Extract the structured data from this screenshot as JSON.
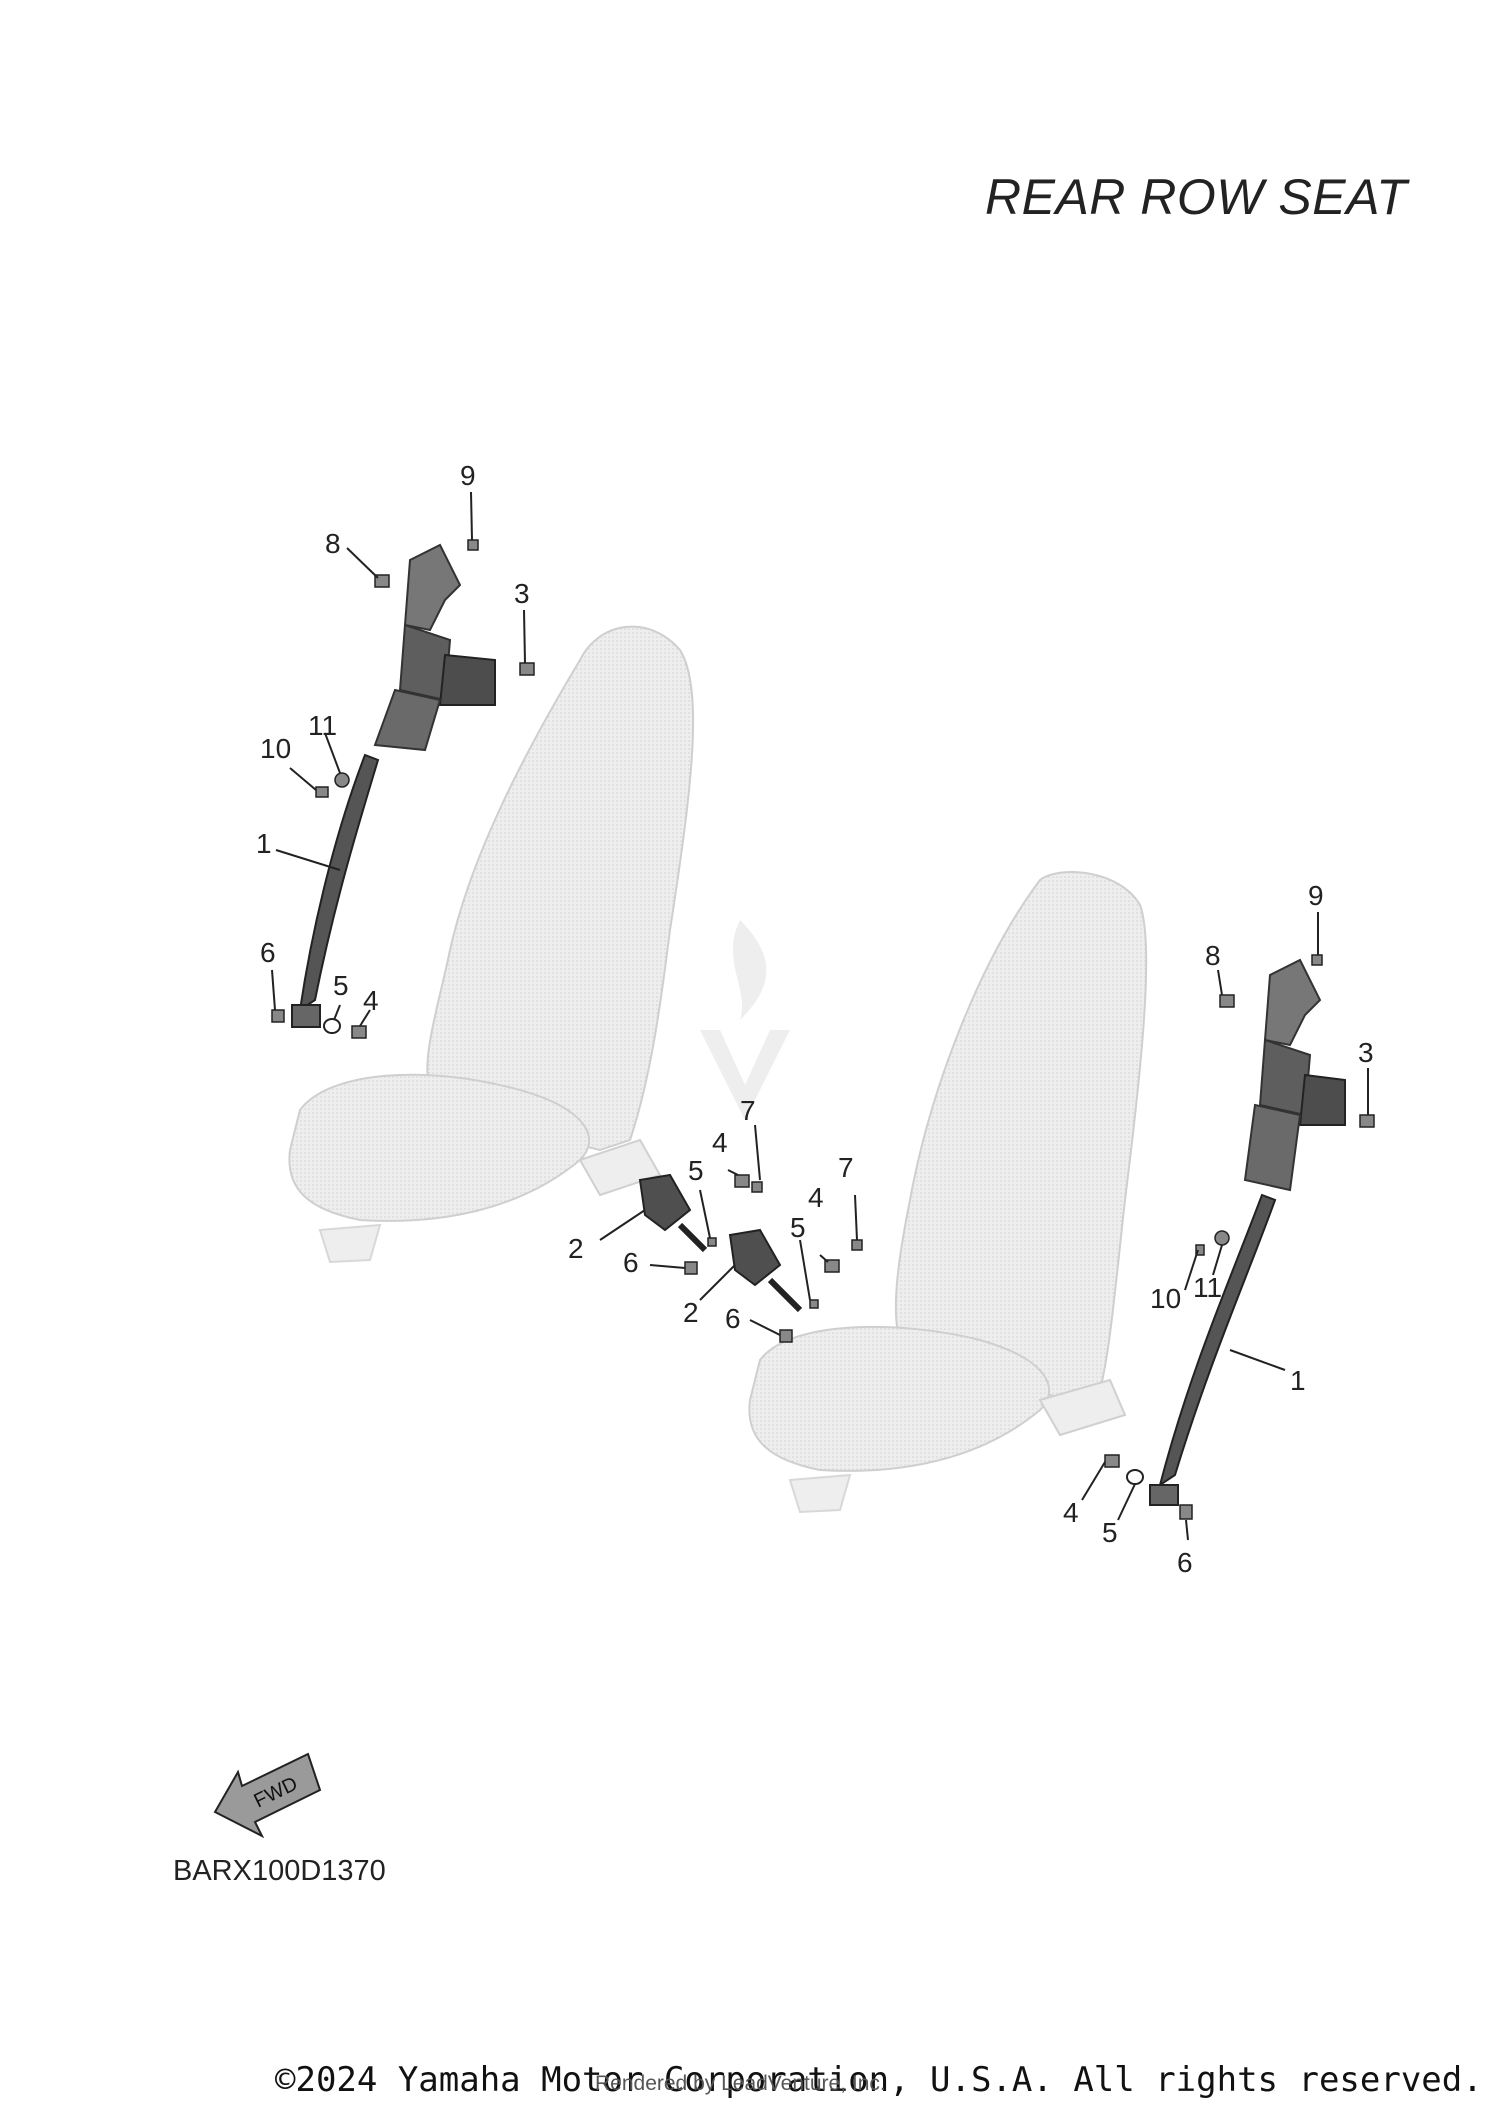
{
  "diagram": {
    "title": "REAR ROW SEAT",
    "code": "BARX100D1370",
    "fwd_label": "FWD",
    "copyright": "©2024 Yamaha Motor Corporation, U.S.A. All rights reserved.",
    "rendered_by": "Rendered by LeadVenture, Inc.",
    "colors": {
      "ink": "#222222",
      "seat_fill": "#e6e6e6",
      "seat_stroke": "#c8c8c8",
      "part_fill": "#6a6a6a"
    },
    "callouts": [
      {
        "id": "L9",
        "label": "9"
      },
      {
        "id": "L8",
        "label": "8"
      },
      {
        "id": "L3",
        "label": "3"
      },
      {
        "id": "L11",
        "label": "11"
      },
      {
        "id": "L10",
        "label": "10"
      },
      {
        "id": "L1",
        "label": "1"
      },
      {
        "id": "L6",
        "label": "6"
      },
      {
        "id": "L5",
        "label": "5"
      },
      {
        "id": "L4",
        "label": "4"
      },
      {
        "id": "C7a",
        "label": "7"
      },
      {
        "id": "C4a",
        "label": "4"
      },
      {
        "id": "C5a",
        "label": "5"
      },
      {
        "id": "C2a",
        "label": "2"
      },
      {
        "id": "C6a",
        "label": "6"
      },
      {
        "id": "C7b",
        "label": "7"
      },
      {
        "id": "C4b",
        "label": "4"
      },
      {
        "id": "C5b",
        "label": "5"
      },
      {
        "id": "C2b",
        "label": "2"
      },
      {
        "id": "C6b",
        "label": "6"
      },
      {
        "id": "R9",
        "label": "9"
      },
      {
        "id": "R8",
        "label": "8"
      },
      {
        "id": "R3",
        "label": "3"
      },
      {
        "id": "R10",
        "label": "10"
      },
      {
        "id": "R11",
        "label": "11"
      },
      {
        "id": "R1",
        "label": "1"
      },
      {
        "id": "R4",
        "label": "4"
      },
      {
        "id": "R5",
        "label": "5"
      },
      {
        "id": "R6",
        "label": "6"
      }
    ]
  }
}
